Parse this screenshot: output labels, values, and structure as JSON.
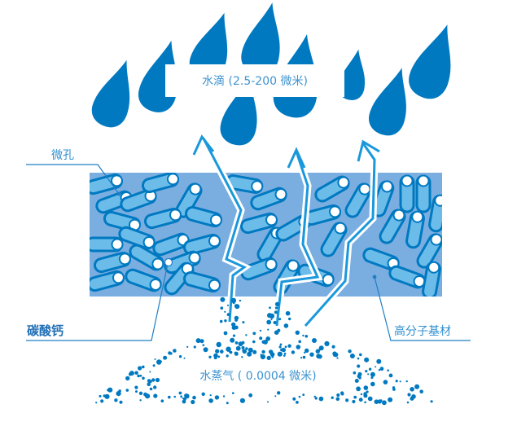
{
  "colors": {
    "drop": "#0079c1",
    "membrane_bg": "#7baee0",
    "fiber_fill": "#6cbcea",
    "fiber_stroke": "#0079c1",
    "arrow": "#1a98dc",
    "leader_line": "#1f7fc4",
    "label_text": "#2f8fd0",
    "label_bold": "#1f6fb5"
  },
  "labels": {
    "water_drop": "水滴 (2.5-200 微米)",
    "micropore": "微孔",
    "calcium_carbonate": "碳酸钙",
    "polymer_substrate": "高分子基材",
    "water_vapor": "水蒸气 ( 0.0004 微米)"
  },
  "icons": {
    "drop": "water-drop-icon",
    "arrow": "upward-arrow-icon",
    "fiber": "fiber-cylinder-icon"
  }
}
